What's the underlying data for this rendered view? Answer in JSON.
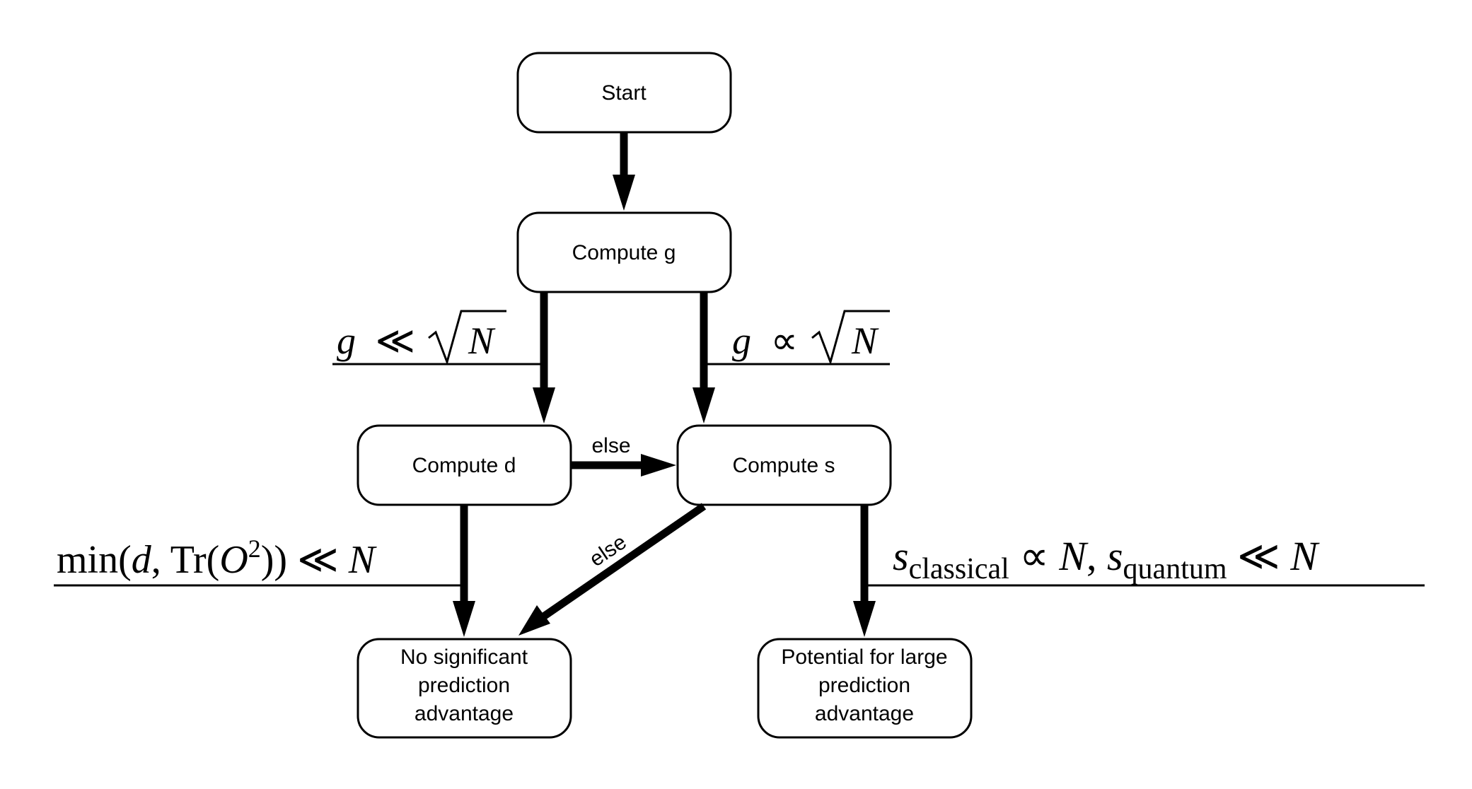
{
  "nodes": {
    "start": "Start",
    "compute_g": "Compute g",
    "compute_d": "Compute d",
    "compute_s": "Compute s",
    "no_advantage": [
      "No significant",
      "prediction",
      "advantage"
    ],
    "large_advantage": [
      "Potential for large",
      "prediction",
      "advantage"
    ]
  },
  "edge_labels": {
    "d_to_s": "else",
    "s_to_no_advantage": "else"
  },
  "conditions": {
    "g_small": {
      "g": "g",
      "rel": "≪",
      "sqrt_arg": "N"
    },
    "g_prop": {
      "g": "g",
      "rel": "∝",
      "sqrt_arg": "N"
    },
    "min_cond": {
      "prefix": "min(",
      "d": "d",
      "comma": ", ",
      "tr": "Tr(",
      "O": "O",
      "exp": "2",
      "close": "))",
      "rel": " ≪ ",
      "N": "N"
    },
    "s_cond": {
      "s1": "s",
      "sub1": "classical",
      "rel1": " ∝ ",
      "N1": "N",
      "comma": ", ",
      "s2": "s",
      "sub2": "quantum",
      "rel2": " ≪ ",
      "N2": "N"
    }
  }
}
